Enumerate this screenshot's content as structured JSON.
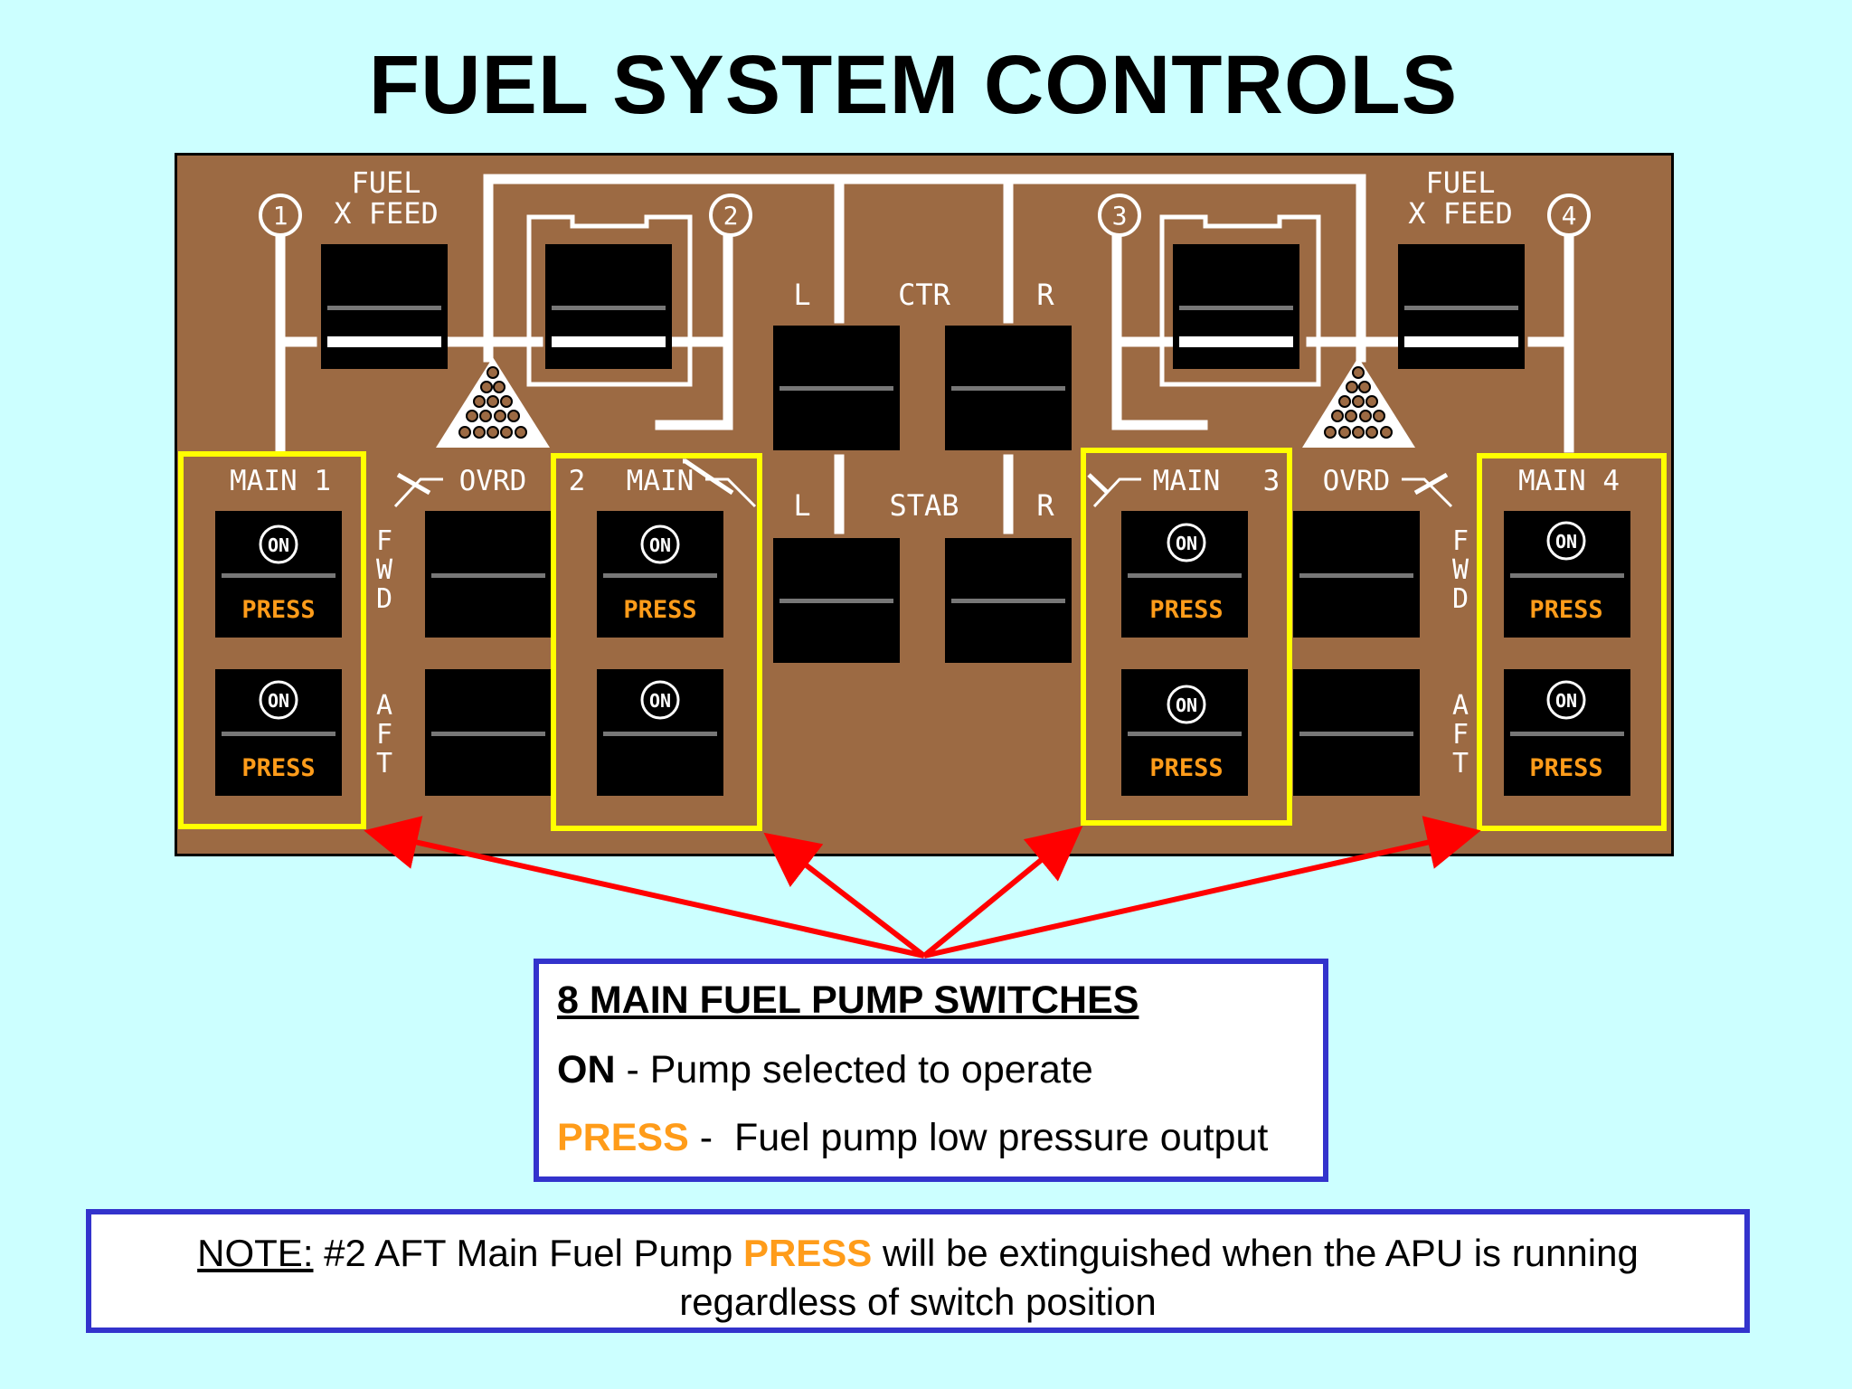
{
  "title": "FUEL SYSTEM CONTROLS",
  "panel": {
    "engine_numbers": [
      "1",
      "2",
      "3",
      "4"
    ],
    "xfeed_left": {
      "line1": "FUEL",
      "line2": "X FEED"
    },
    "xfeed_right": {
      "line1": "FUEL",
      "line2": "X FEED"
    },
    "ctr": {
      "l": "L",
      "label": "CTR",
      "r": "R"
    },
    "stab": {
      "l": "L",
      "label": "STAB",
      "r": "R"
    },
    "main_labels": [
      "MAIN 1",
      "MAIN",
      "MAIN",
      "MAIN 4"
    ],
    "engine_2_label": "2",
    "engine_3_label": "3",
    "ovrd_label": "OVRD",
    "fwd_letters": [
      "F",
      "W",
      "D"
    ],
    "aft_letters": [
      "A",
      "F",
      "T"
    ],
    "switch_on": "ON",
    "switch_press": "PRESS"
  },
  "legend": {
    "heading": "8 MAIN FUEL PUMP SWITCHES",
    "on_key": "ON",
    "on_text": " - Pump selected to operate",
    "press_key": "PRESS",
    "press_text": " -  Fuel pump low pressure output"
  },
  "note": {
    "label": "NOTE:",
    "text_a": " #2 AFT Main Fuel Pump ",
    "press": "PRESS",
    "text_b": " will be extinguished when the APU is running",
    "line2": "regardless of switch position"
  },
  "colors": {
    "panel": "#9c6a43",
    "highlight": "#ffff00",
    "arrow": "#ff0000",
    "press": "#ff9c1a",
    "box_border": "#3333cc",
    "background": "#ccffff"
  }
}
